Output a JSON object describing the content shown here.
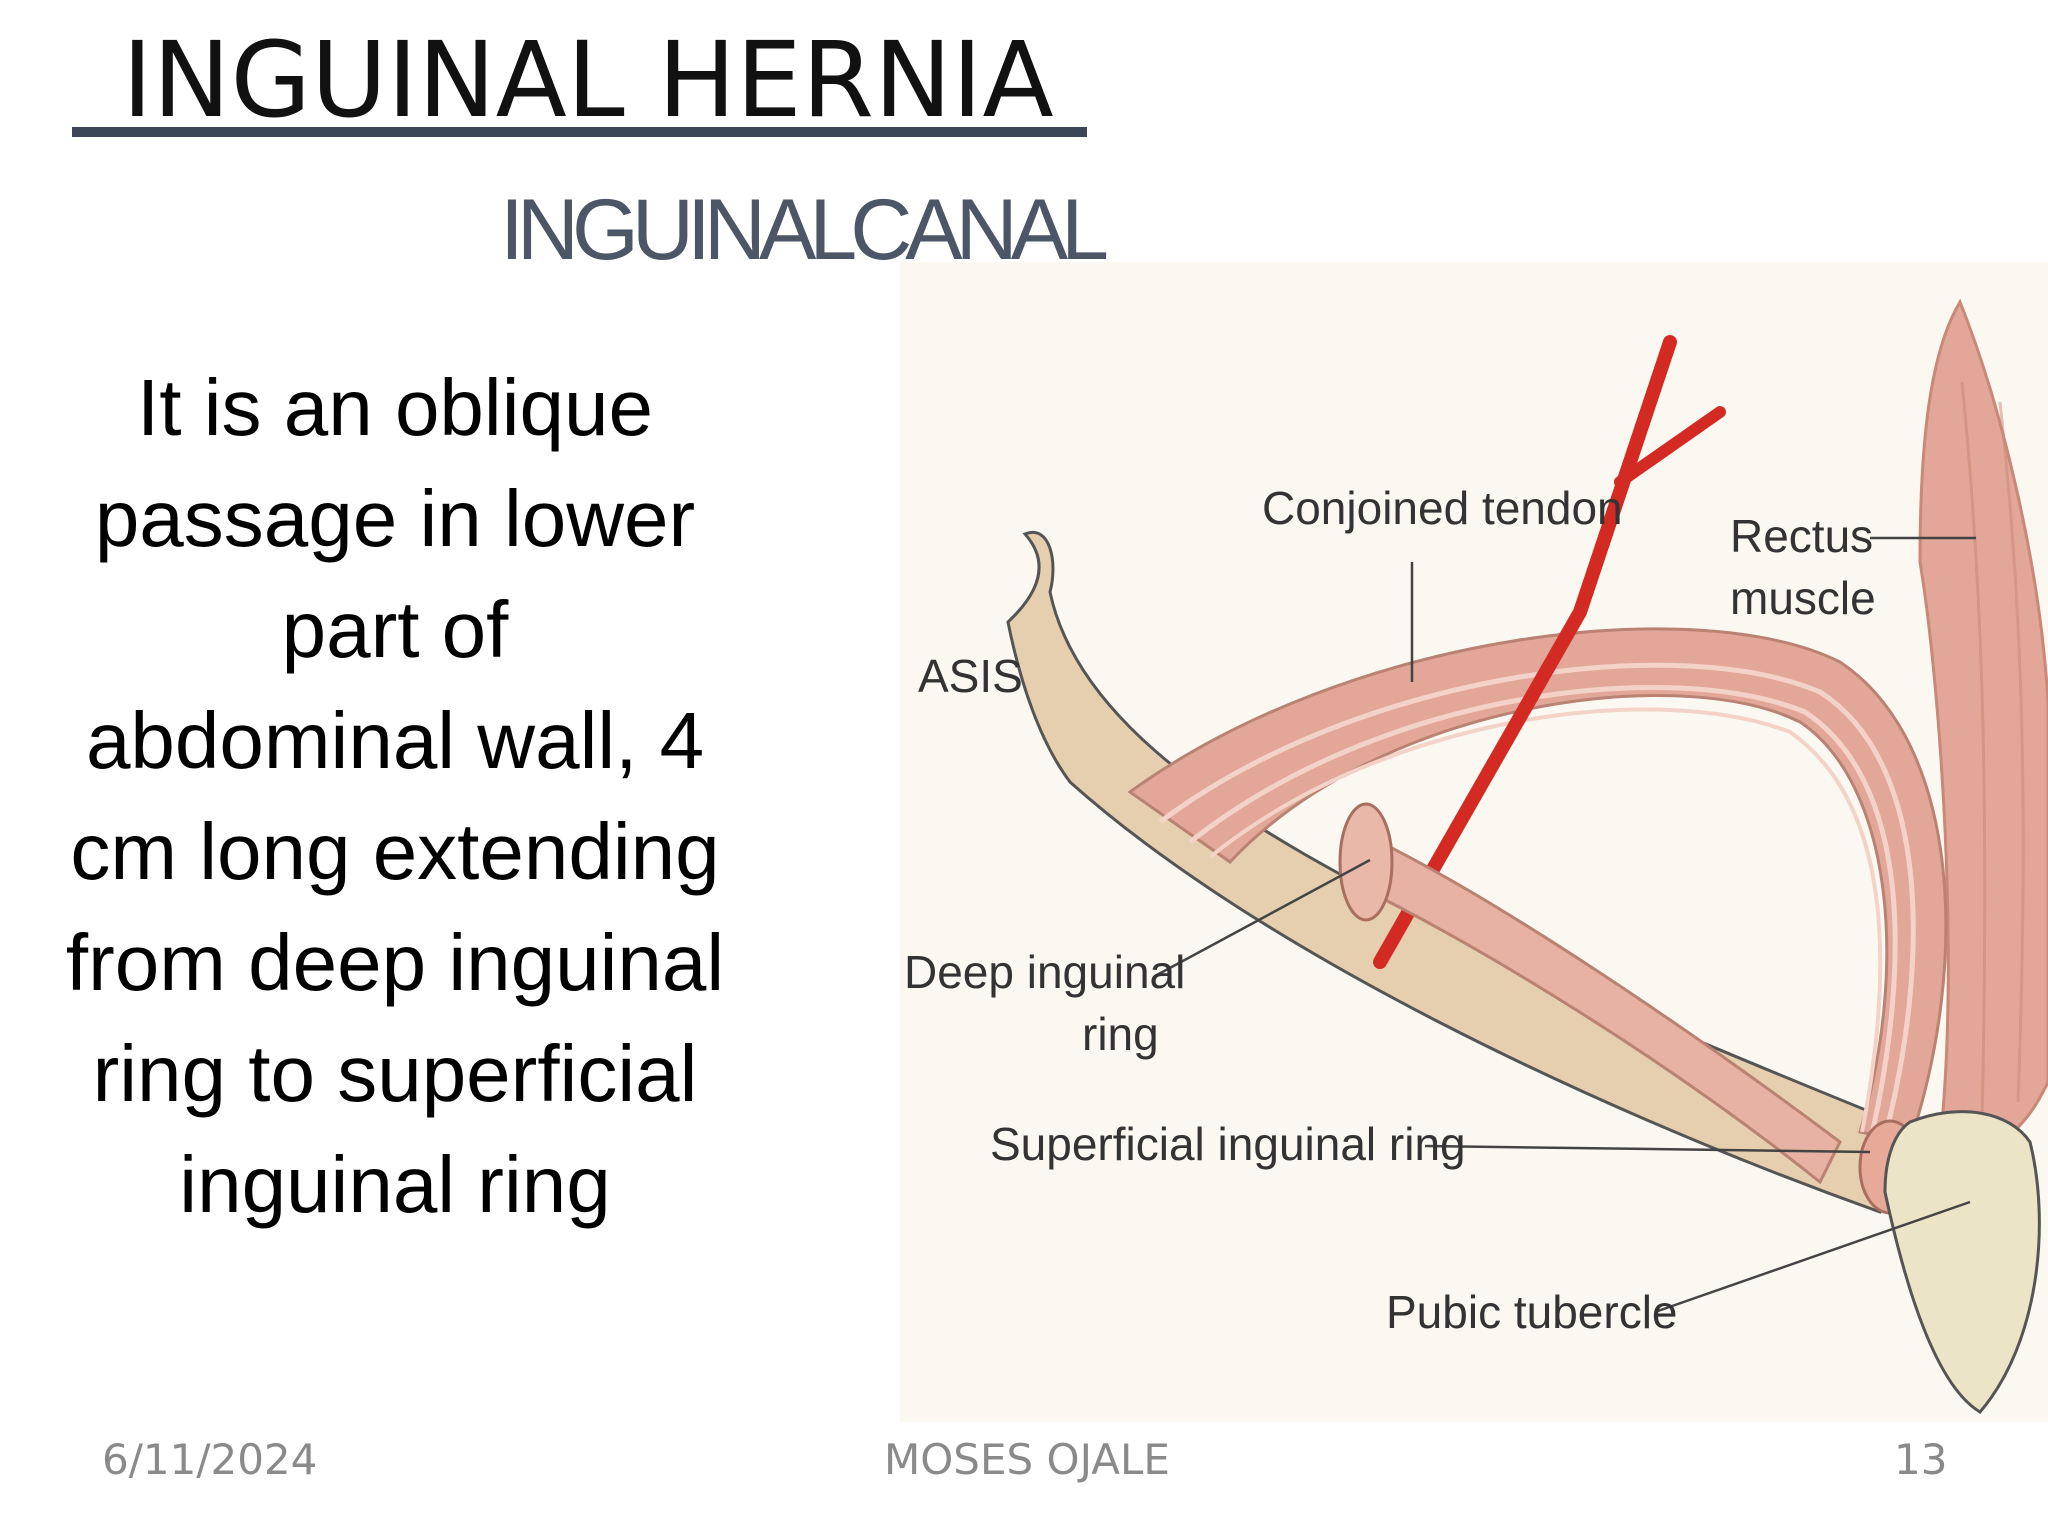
{
  "slide": {
    "title": "INGUINAL HERNIA",
    "subtitle": "INGUINALCANAL",
    "body_lines": [
      "It is an oblique",
      "passage in lower",
      "part of",
      "abdominal wall, 4",
      "cm long  extending",
      "from deep inguinal",
      "ring to superficial",
      "inguinal ring"
    ]
  },
  "figure": {
    "labels": {
      "conjoined_tendon": "Conjoined tendon",
      "rectus_line1": "Rectus",
      "rectus_line2": "muscle",
      "asis": "ASIS",
      "deep_ring_line1": "Deep inguinal",
      "deep_ring_line2": "ring",
      "superficial_ring": "Superficial inguinal ring",
      "pubic_tubercle": "Pubic tubercle"
    },
    "colors": {
      "artery": "#d42a24",
      "muscle": "#e3a79a",
      "ligament": "#e6cfae",
      "bone": "#ece4c6"
    }
  },
  "footer": {
    "date": "6/11/2024",
    "author": "MOSES OJALE",
    "page": "13"
  }
}
